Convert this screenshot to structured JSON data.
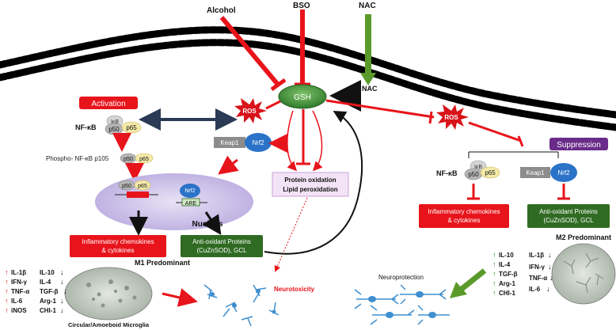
{
  "inputs": {
    "alcohol": "Alcohol",
    "bso": "BSO",
    "nac_top": "NAC",
    "nac_side": "NAC"
  },
  "center": {
    "gsh": "GSH",
    "ros_left": "ROS",
    "ros_right": "ROS"
  },
  "left": {
    "activation": "Activation",
    "nfkb": "NF-κB",
    "ikb": "IκB",
    "p50": "p50",
    "p65": "p65",
    "phospho": "Phospho- NF-κB p105",
    "keap1": "Keap1",
    "nrf2": "Nrf2",
    "nucleus_nrf2": "Nrf2",
    "are": "ARE",
    "nucleus": "Nucleus",
    "inflammatory": [
      "Inflammatory chemokines",
      "& cytokines"
    ],
    "antioxidant": [
      "Anti-oxidant Proteins",
      "(CuZnSOD), GCL"
    ],
    "protein_oxidation": [
      "Protein oxidation",
      "Lipid peroxidation"
    ],
    "m1_title": "M1 Predominant",
    "m1_caption": "Circular/Amoeboid Microglia",
    "m1_up": [
      "IL-1β",
      "IFN-γ",
      "TNF-α",
      "IL-6",
      "iNOS"
    ],
    "m1_down": [
      "IL-10",
      "IL-4",
      "TGF-β",
      "Arg-1",
      "CHI-1"
    ],
    "neurotoxicity": "Neurotoxicity"
  },
  "right": {
    "suppression": "Suppression",
    "nfkb": "NF-κB",
    "ikb": "IκB",
    "p50": "p50",
    "p65": "p65",
    "keap1": "Keap1",
    "nrf2": "Nrf2",
    "inflammatory": [
      "Inflammatory chemokines",
      "& cytokines"
    ],
    "antioxidant": [
      "Anti-oxidant Proteins",
      "(CuZnSOD), GCL"
    ],
    "m2_title": "M2 Predominant",
    "m2_up": [
      "IL-10",
      "IL-4",
      "TGF-β",
      "Arg-1",
      "CHI-1"
    ],
    "m2_down": [
      "IL-1β",
      "IFN-γ",
      "TNF-α",
      "IL-6"
    ],
    "neuroprotection": "Neuroprotection"
  },
  "colors": {
    "red_arrow": "#e8141b",
    "green_arrow": "#5a9a2a",
    "gsh_green": "#3a8a32",
    "ros_red": "#d8131a",
    "activation_bg": "#e8141b",
    "suppression_bg": "#6a2c8a",
    "antioxidant_bg": "#2f6b22",
    "nrf2_blue": "#2a73c8",
    "keap1_gray": "#8c8c8c",
    "nucleus_fill": "#c9bfe6"
  }
}
